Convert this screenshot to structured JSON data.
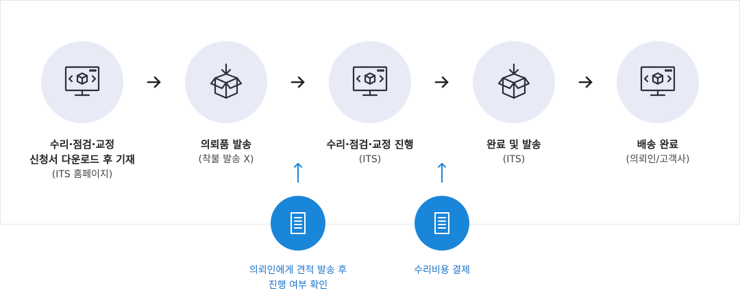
{
  "steps": [
    {
      "title1": "수리·점검·교정",
      "title2": "신청서 다운로드 후 기재",
      "sub": "(ITS 홈페이지)",
      "icon": "monitor-code-icon"
    },
    {
      "title1": "의뢰품 발송",
      "title2": "",
      "sub": "(착불 발송 X)",
      "icon": "box-download-icon"
    },
    {
      "title1": "수리·점검·교정 진행",
      "title2": "",
      "sub": "(ITS)",
      "icon": "monitor-code-icon"
    },
    {
      "title1": "완료 및 발송",
      "title2": "",
      "sub": "(ITS)",
      "icon": "box-download-icon"
    },
    {
      "title1": "배송 완료",
      "title2": "",
      "sub": "(의뢰인/고객사)",
      "icon": "monitor-code-icon"
    }
  ],
  "sub_steps": [
    {
      "line1": "의뢰인에게 견적 발송 후",
      "line2": "진행 여부 확인",
      "icon": "document-icon"
    },
    {
      "line1": "수리비용 결제",
      "line2": "",
      "icon": "document-icon"
    }
  ],
  "colors": {
    "circle_bg": "#e8ebf5",
    "icon_stroke": "#2b2f3a",
    "accent_blue": "#1a86d9",
    "accent_text": "#1a73c8"
  }
}
